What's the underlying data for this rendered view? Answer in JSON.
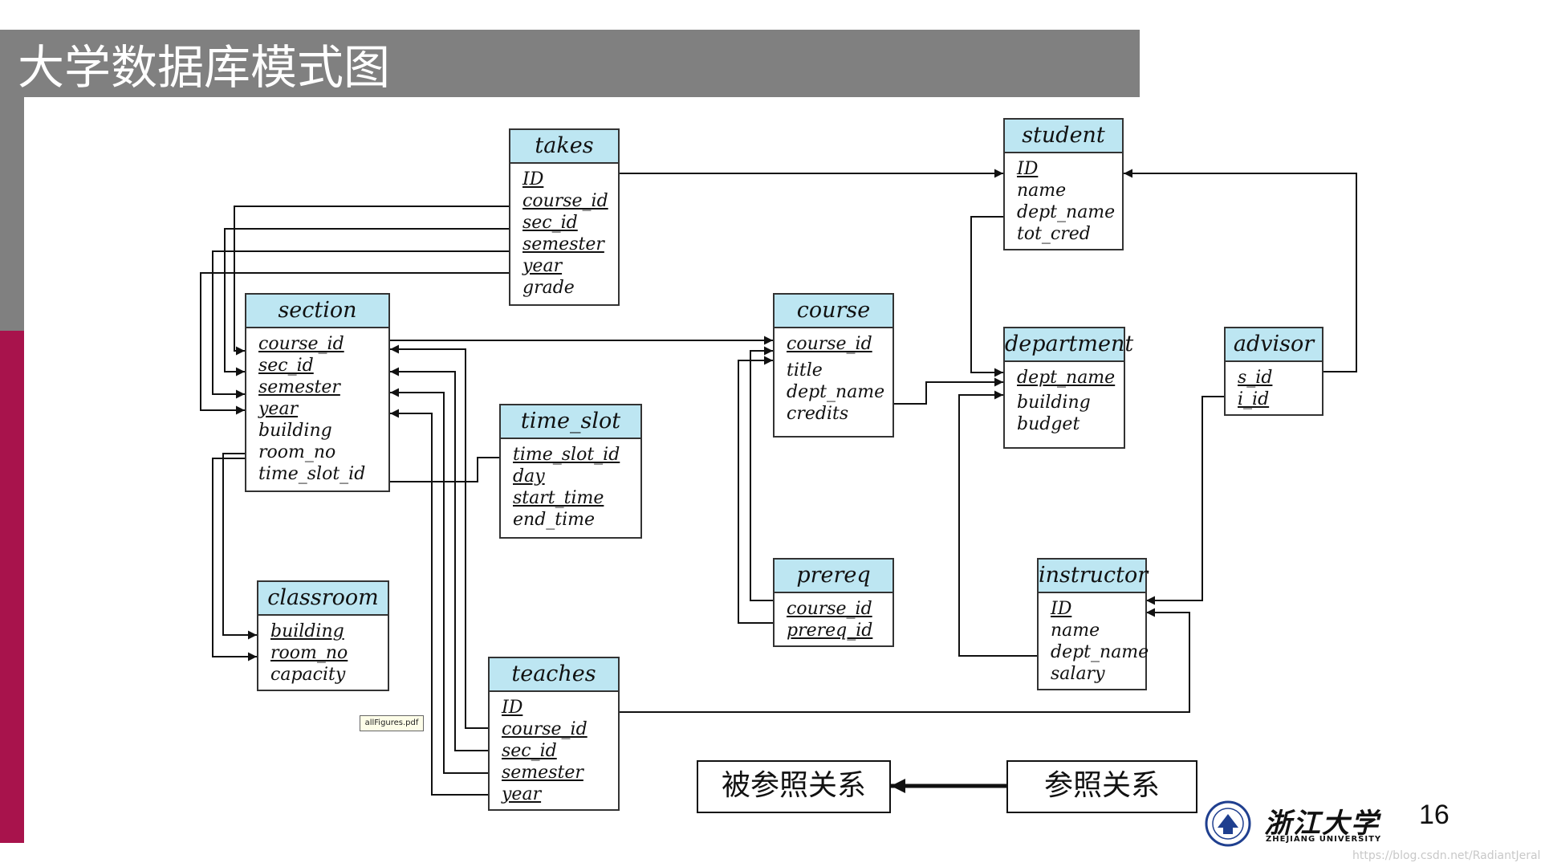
{
  "slide": {
    "title": "大学数据库模式图",
    "page_number": "16",
    "tooltip": "allFigures.pdf",
    "university_cn": "浙江大学",
    "university_en": "ZHEJIANG UNIVERSITY",
    "watermark": "https://blog.csdn.net/RadiantJeral"
  },
  "colors": {
    "header_bg": "#bde6f2",
    "accent_red": "#a8134c",
    "band_gray": "#808080"
  },
  "legend": {
    "referenced": "被参照关系",
    "referencing": "参照关系"
  },
  "entities": {
    "takes": {
      "name": "takes",
      "attrs": [
        "ID",
        "course_id",
        "sec_id",
        "semester",
        "year",
        "grade"
      ]
    },
    "student": {
      "name": "student",
      "attrs": [
        "ID",
        "name",
        "dept_name",
        "tot_cred"
      ]
    },
    "section": {
      "name": "section",
      "attrs": [
        "course_id",
        "sec_id",
        "semester",
        "year",
        "building",
        "room_no",
        "time_slot_id"
      ]
    },
    "course": {
      "name": "course",
      "attrs": [
        "course_id",
        "title",
        "dept_name",
        "credits"
      ]
    },
    "department": {
      "name": "department",
      "attrs": [
        "dept_name",
        "building",
        "budget"
      ]
    },
    "advisor": {
      "name": "advisor",
      "attrs": [
        "s_id",
        "i_id"
      ]
    },
    "time_slot": {
      "name": "time_slot",
      "attrs": [
        "time_slot_id",
        "day",
        "start_time",
        "end_time"
      ]
    },
    "classroom": {
      "name": "classroom",
      "attrs": [
        "building",
        "room_no",
        "capacity"
      ]
    },
    "prereq": {
      "name": "prereq",
      "attrs": [
        "course_id",
        "prereq_id"
      ]
    },
    "instructor": {
      "name": "instructor",
      "attrs": [
        "ID",
        "name",
        "dept_name",
        "salary"
      ]
    },
    "teaches": {
      "name": "teaches",
      "attrs": [
        "ID",
        "course_id",
        "sec_id",
        "semester",
        "year"
      ]
    }
  }
}
